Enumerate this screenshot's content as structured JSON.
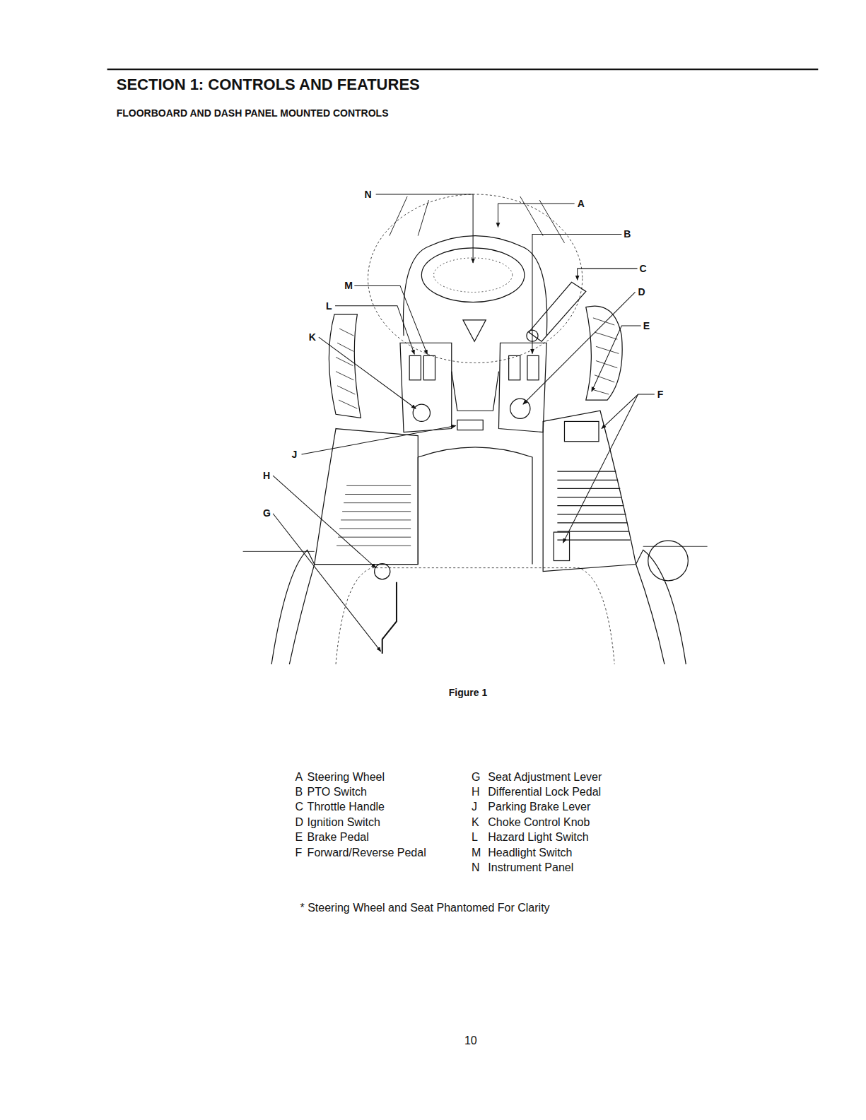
{
  "diagram": {
    "title": "SECTION 1: CONTROLS AND FEATURES",
    "caption": "Figure 1",
    "labels": [
      "FLOORBOARD AND DASH PANEL MOUNTED CONTROLS",
      "N",
      "A",
      "B",
      "C",
      "M",
      "D",
      "L",
      "E",
      "K",
      "F",
      "J",
      "H",
      "G",
      "A",
      "Steering Wheel",
      "B",
      "PTO Switch",
      "C",
      "Throttle Handle",
      "D",
      "Ignition Switch",
      "E",
      "Brake Pedal",
      "F",
      "Forward/Reverse Pedal",
      "G",
      "Seat Adjustment Lever",
      "H",
      "Differential Lock Pedal",
      "J",
      "Parking Brake Lever",
      "K",
      "Choke Control Knob",
      "L",
      "Hazard Light Switch",
      "M",
      "Headlight Switch",
      "N",
      "Instrument Panel",
      "* Steering Wheel and Seat Phantomed For Clarity",
      "10"
    ]
  }
}
